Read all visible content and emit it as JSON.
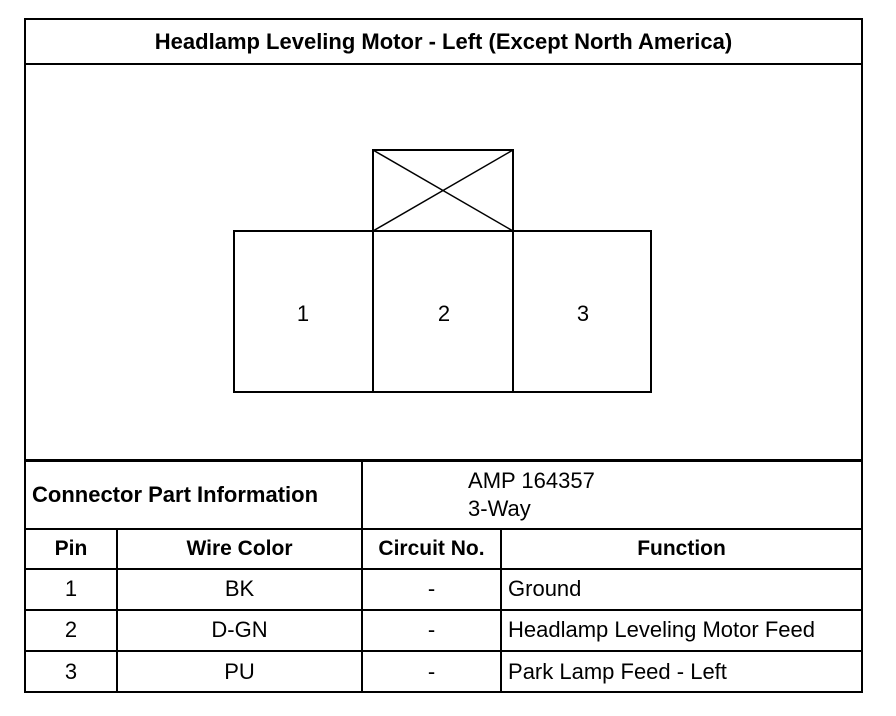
{
  "title": "Headlamp Leveling Motor - Left (Except North America)",
  "connector": {
    "pins": [
      "1",
      "2",
      "3"
    ]
  },
  "part_info": {
    "label": "Connector Part Information",
    "part_number": "AMP 164357",
    "ways": "3-Way"
  },
  "table": {
    "headers": {
      "pin": "Pin",
      "wire_color": "Wire Color",
      "circuit": "Circuit No.",
      "function": "Function"
    },
    "rows": [
      {
        "pin": "1",
        "wire_color": "BK",
        "circuit": "-",
        "function": "Ground"
      },
      {
        "pin": "2",
        "wire_color": "D-GN",
        "circuit": "-",
        "function": "Headlamp Leveling Motor Feed"
      },
      {
        "pin": "3",
        "wire_color": "PU",
        "circuit": "-",
        "function": "Park Lamp Feed - Left"
      }
    ]
  }
}
